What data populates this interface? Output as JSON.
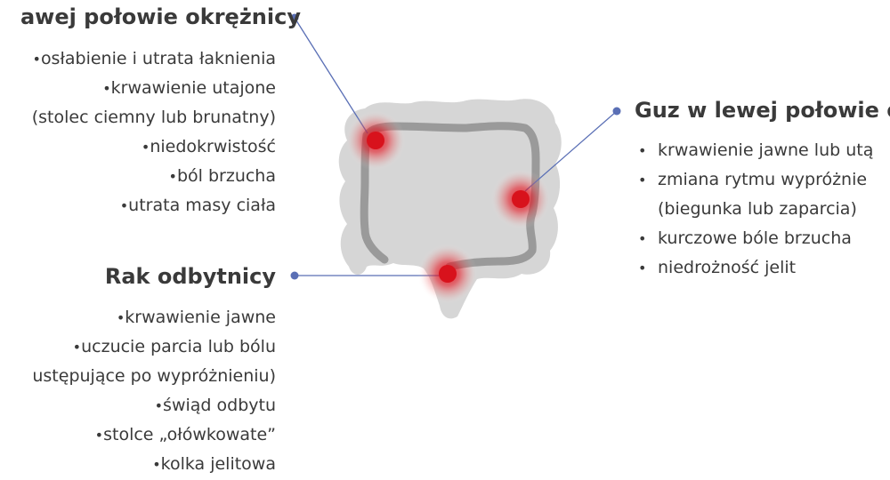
{
  "sections": {
    "left_colon": {
      "heading": "awej połowie okrężnicy",
      "items": [
        {
          "text": "osłabienie i utrata łaknienia",
          "cont": false
        },
        {
          "text": "krwawienie utajone",
          "cont": false
        },
        {
          "text": "(stolec ciemny lub brunatny)",
          "cont": true
        },
        {
          "text": "niedokrwistość",
          "cont": false
        },
        {
          "text": "ból brzucha",
          "cont": false
        },
        {
          "text": "utrata masy ciała",
          "cont": false
        }
      ]
    },
    "right_colon": {
      "heading": "Guz w lewej połowie o",
      "items": [
        {
          "text": "krwawienie jawne lub utą",
          "cont": false
        },
        {
          "text": "zmiana rytmu wypróżnie",
          "cont": false
        },
        {
          "text": "(biegunka lub zaparcia)",
          "cont": true
        },
        {
          "text": "kurczowe bóle brzucha",
          "cont": false
        },
        {
          "text": "niedrożność jelit",
          "cont": false
        }
      ]
    },
    "rectum": {
      "heading": "Rak odbytnicy",
      "items": [
        {
          "text": "krwawienie jawne",
          "cont": false
        },
        {
          "text": "uczucie parcia lub bólu",
          "cont": false
        },
        {
          "text": "ustępujące po wypróżnieniu)",
          "cont": true
        },
        {
          "text": "świąd odbytu",
          "cont": false
        },
        {
          "text": "stolce „ołówkowate”",
          "cont": false
        },
        {
          "text": "kolka jelitowa",
          "cont": false
        }
      ]
    }
  },
  "colors": {
    "text": "#3a3a3a",
    "connector": "#5a6fb5",
    "tumor": "#d8121c",
    "colon_outer": "#d6d6d6",
    "colon_inner": "#9a9a9a"
  }
}
